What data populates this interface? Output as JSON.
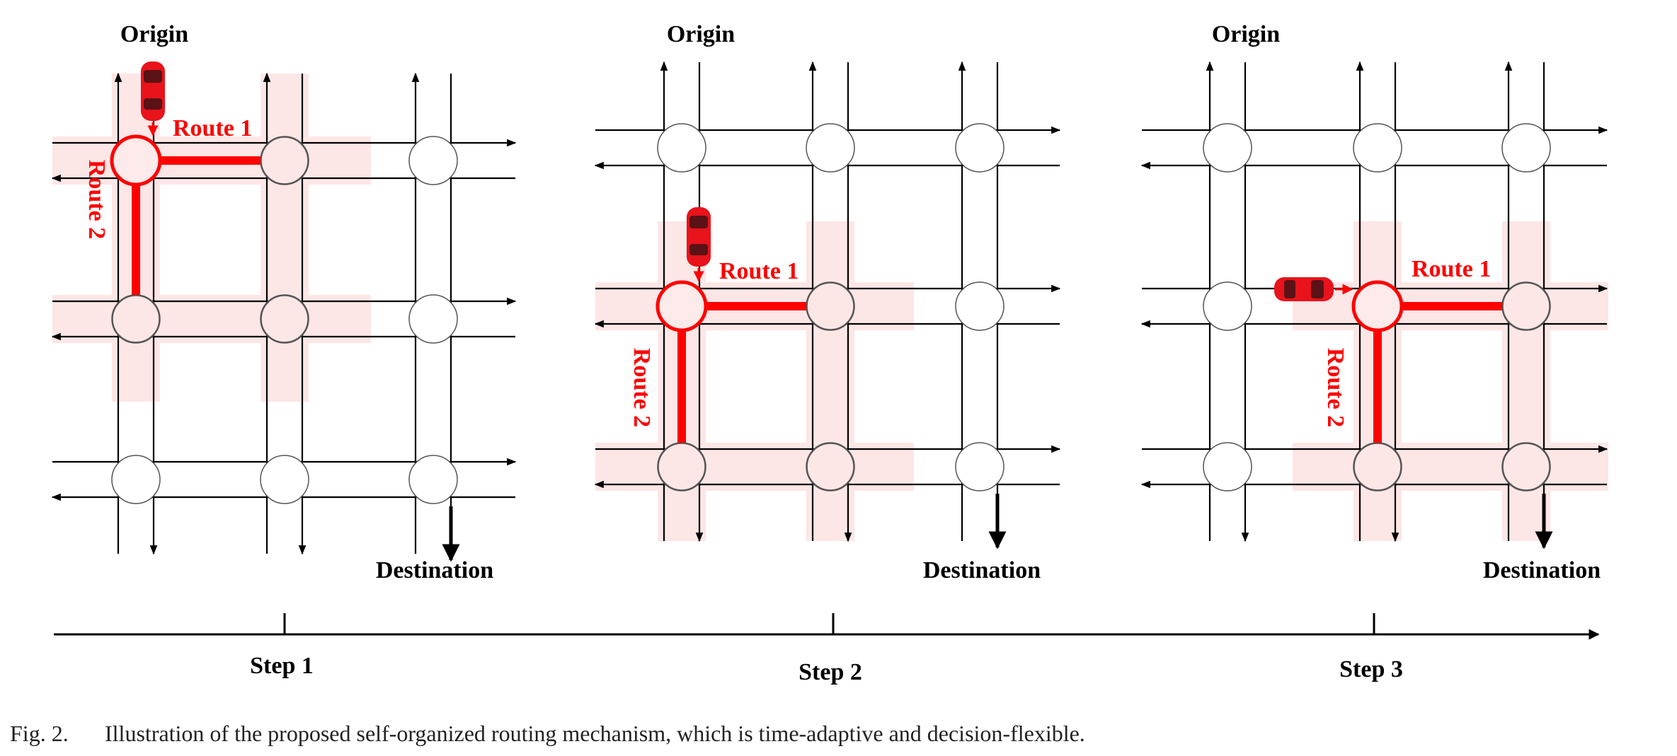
{
  "colors": {
    "route": "#ff0000",
    "highlight": "#fde6e6",
    "road": "#000000",
    "node_fill": "#ffffff",
    "car_body": "#e8131b",
    "car_glass": "#5b1216"
  },
  "panels": [
    {
      "origin_label": "Origin",
      "destination_label": "Destination",
      "route1_label": "Route 1",
      "route2_label": "Route 2",
      "current_node": [
        0,
        0
      ],
      "car_heading": "south"
    },
    {
      "origin_label": "Origin",
      "destination_label": "Destination",
      "route1_label": "Route 1",
      "route2_label": "Route 2",
      "current_node": [
        0,
        1
      ],
      "car_heading": "south"
    },
    {
      "origin_label": "Origin",
      "destination_label": "Destination",
      "route1_label": "Route 1",
      "route2_label": "Route 2",
      "current_node": [
        1,
        1
      ],
      "car_heading": "east"
    }
  ],
  "timeline": {
    "steps": [
      "Step 1",
      "Step 2",
      "Step 3"
    ]
  },
  "caption": {
    "label": "Fig. 2.",
    "text": "Illustration of the proposed self-organized routing mechanism, which is time-adaptive and decision-flexible."
  }
}
